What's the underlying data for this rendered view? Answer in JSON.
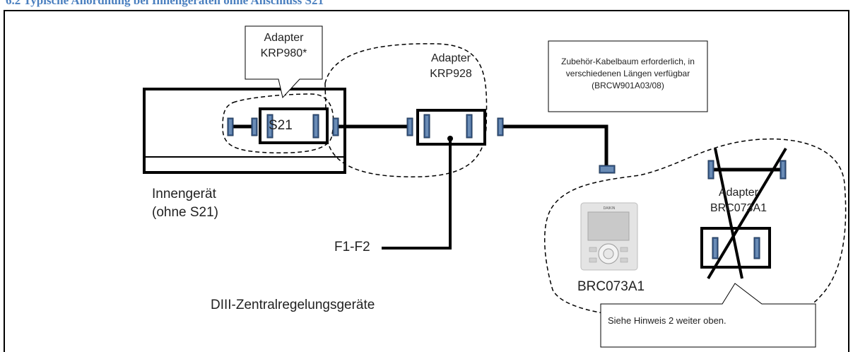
{
  "section_title": "6.2 Typische Anordnung bei Innengeräten ohne Anschluss S21",
  "callout_krp980": {
    "line1": "Adapter",
    "line2": "KRP980*"
  },
  "adapter_krp928": {
    "line1": "Adapter",
    "line2": "KRP928"
  },
  "s21_label": "S21",
  "harness_note": {
    "line1": "Zubehör-Kabelbaum erforderlich, in",
    "line2": "verschiedenen Längen verfügbar",
    "line3": "(BRCW901A03/08)"
  },
  "indoor_unit": {
    "line1": "Innengerät",
    "line2": "(ohne  S21)"
  },
  "f1f2_label": "F1-F2",
  "central_label": "DIII-Zentralregelungsgeräte",
  "adapter_brc": {
    "line1": "Adapter",
    "line2": "BRC073A1"
  },
  "remote_model": "BRC073A1",
  "remote_brand": "DAIKIN",
  "note_callout": "Siehe Hinweis  2 weiter oben.",
  "colors": {
    "heading": "#4a7fbf",
    "connector": "#3d5f8f",
    "connector_inner": "#8fb0d6"
  }
}
